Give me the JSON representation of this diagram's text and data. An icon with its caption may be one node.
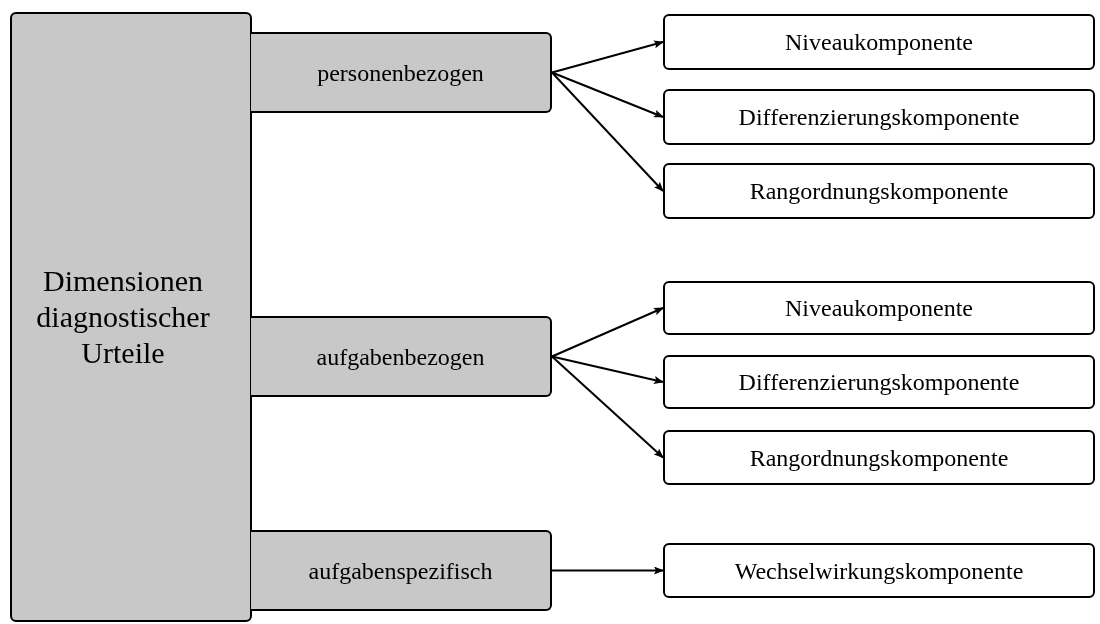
{
  "diagram": {
    "nodes": [
      {
        "text": [
          "Dimensionen diagnostischer Urteile"
        ]
      },
      {
        "text": [
          "personenbezogen"
        ]
      },
      {
        "text": [
          "aufgabenbezogen"
        ]
      },
      {
        "text": [
          "aufgabenspezifisch"
        ]
      },
      {
        "text": [
          "Niveaukomponente"
        ]
      },
      {
        "text": [
          "Differenzierungskomponente"
        ]
      },
      {
        "text": [
          "Rangordnungskomponente"
        ]
      },
      {
        "text": [
          "Niveaukomponente"
        ]
      },
      {
        "text": [
          "Differenzierungskomponente"
        ]
      },
      {
        "text": [
          "Rangordnungskomponente"
        ]
      },
      {
        "text": [
          "Wechselwirkungskomponente"
        ]
      }
    ],
    "edges": [
      {
        "from": 1,
        "to": 4,
        "arrow": "to"
      },
      {
        "from": 1,
        "to": 5,
        "arrow": "to"
      },
      {
        "from": 1,
        "to": 6,
        "arrow": "to"
      },
      {
        "from": 2,
        "to": 7,
        "arrow": "to"
      },
      {
        "from": 2,
        "to": 8,
        "arrow": "to"
      },
      {
        "from": 2,
        "to": 9,
        "arrow": "to"
      },
      {
        "from": 3,
        "to": 10,
        "arrow": "to"
      }
    ]
  }
}
